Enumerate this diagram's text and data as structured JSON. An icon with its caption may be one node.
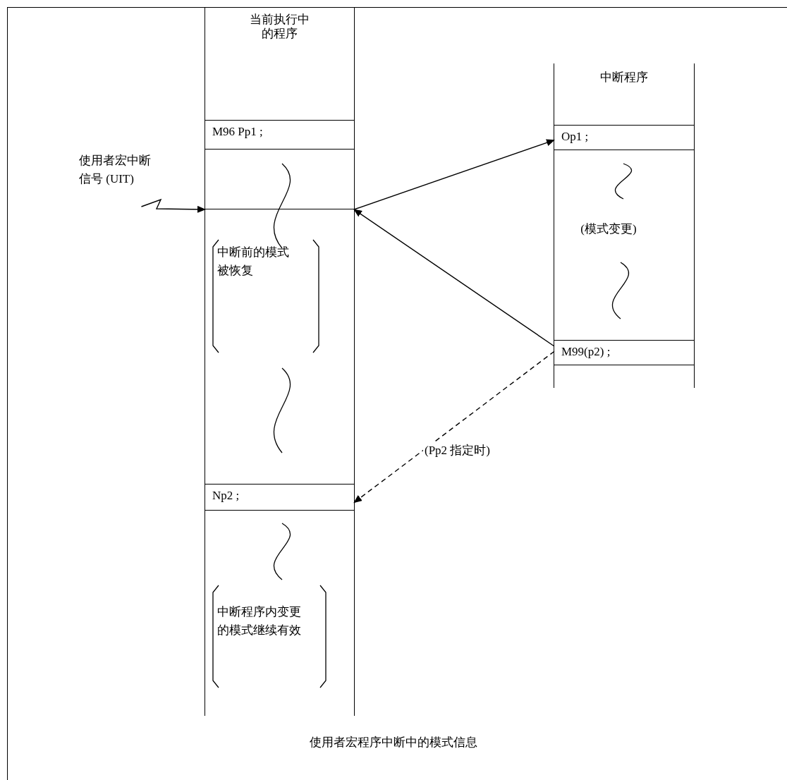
{
  "diagram": {
    "caption": "使用者宏程序中断中的模式信息",
    "nodes": [
      {
        "text": [
          "当前执行中的程序"
        ]
      },
      {
        "text": [
          "M96 Pp1 ;"
        ],
        "in": 0
      },
      {
        "text": [],
        "shape": "bar",
        "in": 0
      },
      {
        "text": [
          "Np2 ;"
        ],
        "in": 0
      },
      {
        "text": [
          "中断程序"
        ]
      },
      {
        "text": [
          "Op1 ;"
        ],
        "in": 4
      },
      {
        "text": [
          "M99(p2) ;"
        ],
        "in": 4
      },
      {
        "text": [
          "使用者宏中断信号 (UIT)"
        ]
      }
    ],
    "edges": [
      {
        "from": 7,
        "to": 2,
        "arrow": "to"
      },
      {
        "from": 2,
        "to": 5,
        "arrow": "to"
      },
      {
        "from": 6,
        "to": 2,
        "arrow": "to"
      },
      {
        "from": 6,
        "to": 3,
        "arrow": "to",
        "style": "dashed",
        "label": "(Pp2 指定时)"
      }
    ],
    "labels": [
      "(模式变更)",
      "中断前的模式被恢复",
      "中断程序内变更的模式继续有效"
    ]
  }
}
